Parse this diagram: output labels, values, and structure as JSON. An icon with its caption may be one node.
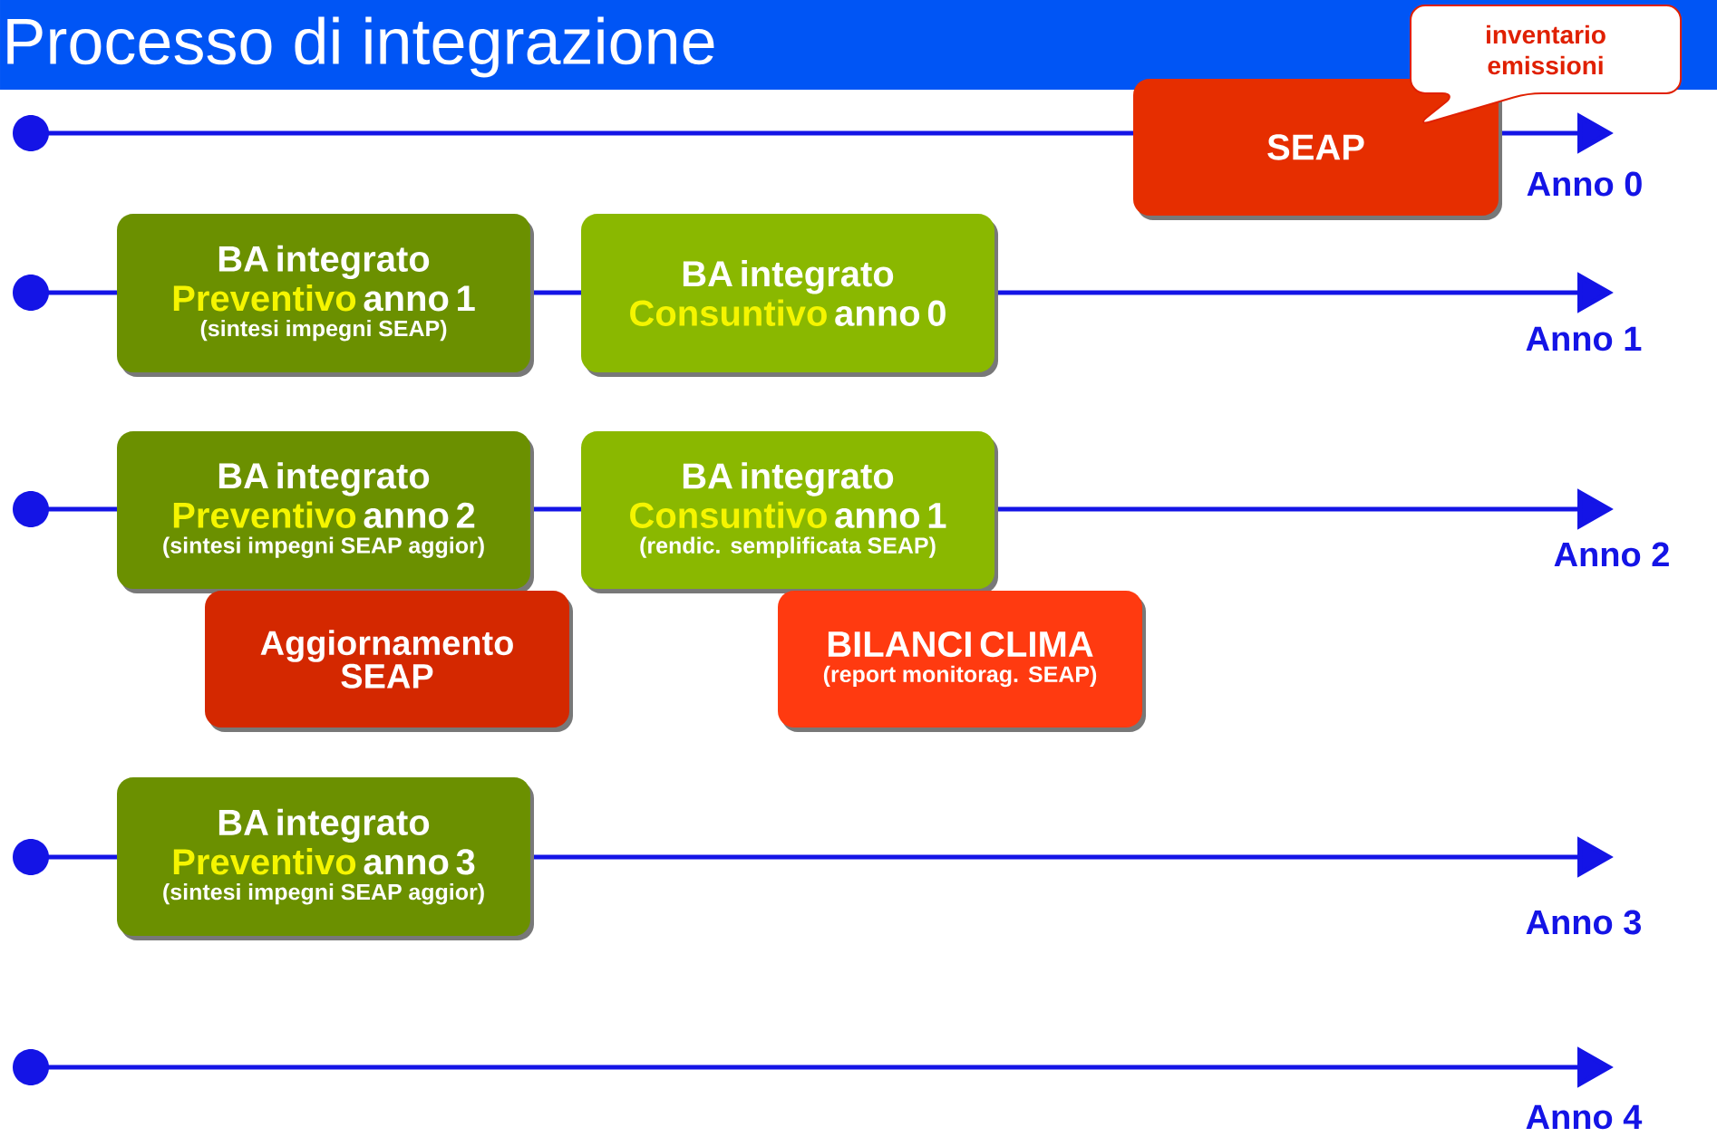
{
  "diagram": {
    "title": "Processo di integrazione",
    "nodes": [
      {
        "text": [
          "SEAP"
        ]
      },
      {
        "text": [
          "inventario emissioni"
        ]
      },
      {
        "text": [
          "BA integrato",
          "Preventivo",
          "anno 1",
          "(sintesi impegni SEAP)"
        ]
      },
      {
        "text": [
          "BA integrato",
          "Consuntivo",
          "anno 0"
        ]
      },
      {
        "text": [
          "BA integrato",
          "Preventivo",
          "anno 2",
          "(sintesi impegni SEAP aggior)"
        ]
      },
      {
        "text": [
          "BA integrato",
          "Consuntivo",
          "anno 1",
          "(rendic. semplificata SEAP)"
        ]
      },
      {
        "text": [
          "Aggiornamento SEAP"
        ]
      },
      {
        "text": [
          "BILANCI CLIMA",
          "(report monitorag. SEAP)"
        ]
      },
      {
        "text": [
          "BA integrato",
          "Preventivo",
          "anno 3",
          "(sintesi impegni SEAP aggior)"
        ]
      }
    ],
    "labels": [
      "Anno 0",
      "Anno 1",
      "Anno 2",
      "Anno 3",
      "Anno 4"
    ]
  }
}
